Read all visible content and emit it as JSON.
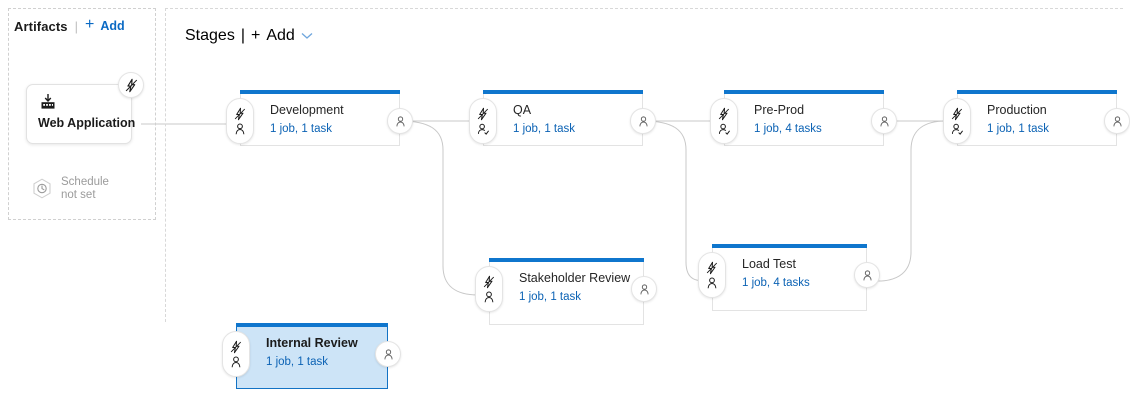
{
  "artifacts": {
    "title": "Artifacts",
    "separator": "|",
    "plus": "+",
    "add_label": "Add",
    "card": {
      "name": "Web Application",
      "icon": "build-artifact-icon",
      "badge_icon": "continuous-deployment-trigger-icon"
    },
    "schedule": {
      "icon": "schedule-clock-icon",
      "line1": "Schedule",
      "line2": "not set"
    }
  },
  "stages": {
    "title": "Stages",
    "separator": "|",
    "plus": "+",
    "add_label": "Add",
    "chevron": "⌄",
    "nodes": [
      {
        "id": "development",
        "name": "Development",
        "meta": "1 job, 1 task",
        "selected": false,
        "pre_icons": [
          "pre-deployment-approval-icon",
          "person-icon"
        ],
        "post_icon": "post-deployment-approval-icon"
      },
      {
        "id": "qa",
        "name": "QA",
        "meta": "1 job, 1 task",
        "selected": false,
        "pre_icons": [
          "pre-deployment-approval-icon",
          "person-check-icon"
        ],
        "post_icon": "post-deployment-approval-icon"
      },
      {
        "id": "pre-prod",
        "name": "Pre-Prod",
        "meta": "1 job, 4 tasks",
        "selected": false,
        "pre_icons": [
          "pre-deployment-approval-icon",
          "person-check-icon"
        ],
        "post_icon": "post-deployment-approval-icon"
      },
      {
        "id": "production",
        "name": "Production",
        "meta": "1 job, 1 task",
        "selected": false,
        "pre_icons": [
          "pre-deployment-approval-icon",
          "person-check-icon"
        ],
        "post_icon": "post-deployment-approval-icon"
      },
      {
        "id": "stakeholder-review",
        "name": "Stakeholder Review",
        "meta": "1 job, 1 task",
        "selected": false,
        "pre_icons": [
          "pre-deployment-approval-icon",
          "person-icon"
        ],
        "post_icon": "post-deployment-approval-icon"
      },
      {
        "id": "load-test",
        "name": "Load Test",
        "meta": "1 job, 4 tasks",
        "selected": false,
        "pre_icons": [
          "pre-deployment-approval-icon",
          "person-icon"
        ],
        "post_icon": "post-deployment-approval-icon"
      },
      {
        "id": "internal-review",
        "name": "Internal Review",
        "meta": "1 job, 1 task",
        "selected": true,
        "pre_icons": [
          "pre-deployment-approval-icon",
          "person-icon"
        ],
        "post_icon": "post-deployment-approval-icon"
      }
    ]
  },
  "colors": {
    "accent": "#0f76cd",
    "link": "#0b62b4",
    "selected_fill": "#cde4f7",
    "selected_border": "#1272c4",
    "wire": "#c8c8c8",
    "panel_dashed": "#d8d8d8",
    "muted_text": "#9b9b9b"
  }
}
